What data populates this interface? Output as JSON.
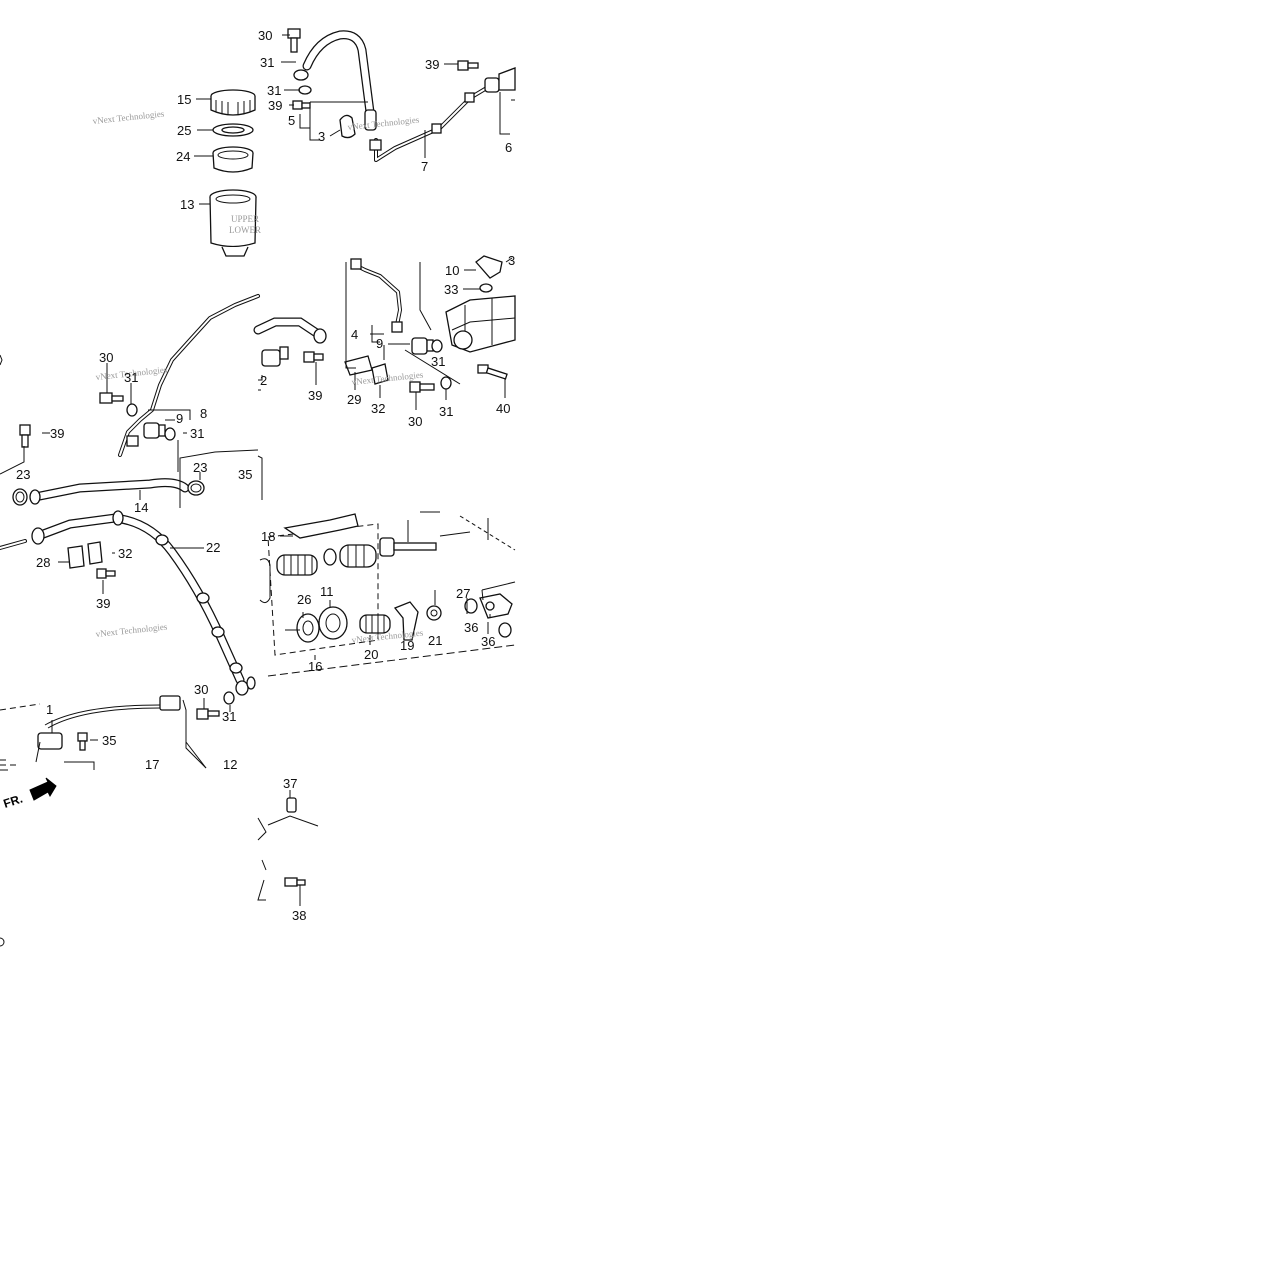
{
  "watermark": "vNext Technologies",
  "direction_label": "FR.",
  "reservoir_marks": {
    "upper": "UPPER",
    "lower": "LOWER"
  },
  "labels": {
    "l1": "1",
    "l2": "2",
    "l3": "3",
    "l4": "4",
    "l5": "5",
    "l6": "6",
    "l7": "7",
    "l8": "8",
    "l9a": "9",
    "l9b": "9",
    "l10": "10",
    "l11": "11",
    "l12": "12",
    "l13": "13",
    "l14": "14",
    "l15": "15",
    "l16": "16",
    "l17": "17",
    "l18": "18",
    "l19": "19",
    "l20": "20",
    "l21": "21",
    "l22": "22",
    "l23a": "23",
    "l23b": "23",
    "l24": "24",
    "l25": "25",
    "l26": "26",
    "l27": "27",
    "l28": "28",
    "l29": "29",
    "l30a": "30",
    "l30b": "30",
    "l30c": "30",
    "l30d": "30",
    "l31a": "31",
    "l31b": "31",
    "l31c": "31",
    "l31d": "31",
    "l31e": "31",
    "l31f": "31",
    "l31g": "31",
    "l32a": "32",
    "l32b": "32",
    "l33": "33",
    "l35a": "35",
    "l35b": "35",
    "l36a": "36",
    "l36b": "36",
    "l37": "37",
    "l38": "38",
    "l39a": "39",
    "l39b": "39",
    "l39c": "39",
    "l39d": "39",
    "l39e": "39",
    "l40": "40"
  }
}
